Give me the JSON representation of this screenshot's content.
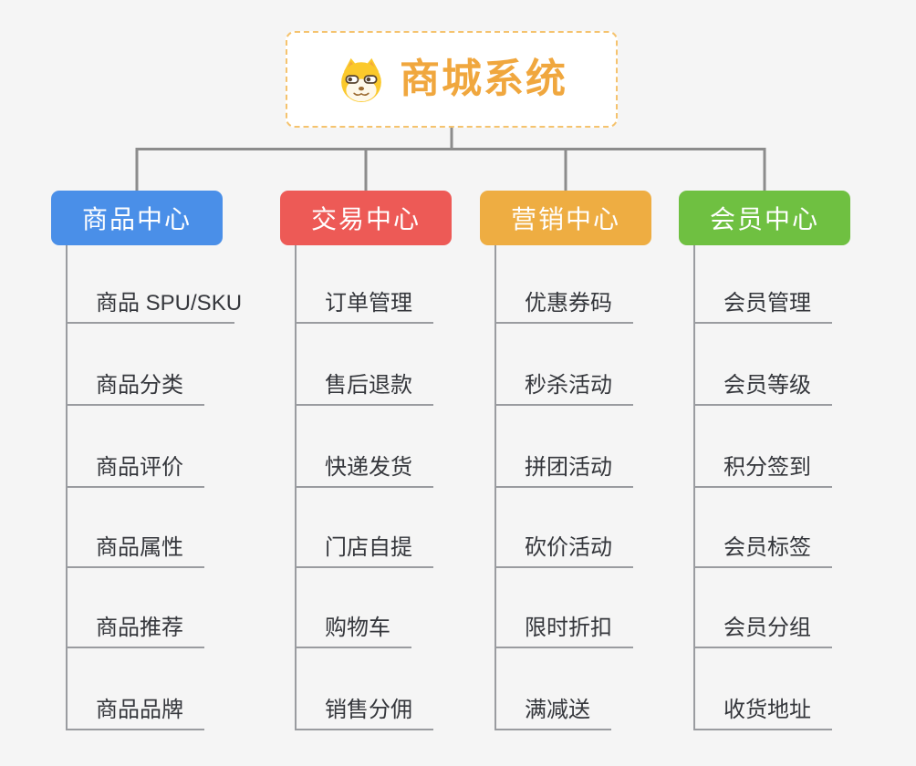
{
  "root": {
    "title": "商城系统",
    "icon": "dog-face-icon"
  },
  "branches": [
    {
      "label": "商品中心",
      "color": "#4a8fe8",
      "items": [
        "商品 SPU/SKU",
        "商品分类",
        "商品评价",
        "商品属性",
        "商品推荐",
        "商品品牌"
      ]
    },
    {
      "label": "交易中心",
      "color": "#ed5a56",
      "items": [
        "订单管理",
        "售后退款",
        "快递发货",
        "门店自提",
        "购物车",
        "销售分佣"
      ]
    },
    {
      "label": "营销中心",
      "color": "#eead42",
      "items": [
        "优惠券码",
        "秒杀活动",
        "拼团活动",
        "砍价活动",
        "限时折扣",
        "满减送"
      ]
    },
    {
      "label": "会员中心",
      "color": "#6fc041",
      "items": [
        "会员管理",
        "会员等级",
        "积分签到",
        "会员标签",
        "会员分组",
        "收货地址"
      ]
    }
  ],
  "colors": {
    "background": "#f5f5f5",
    "connector": "#8c8c8c",
    "leaf_line": "#9a9ca0",
    "leaf_text": "#35373c",
    "root_text": "#f0a73e",
    "root_border": "#f5c36e",
    "root_bg": "#ffffff",
    "branch_text": "#ffffff"
  }
}
